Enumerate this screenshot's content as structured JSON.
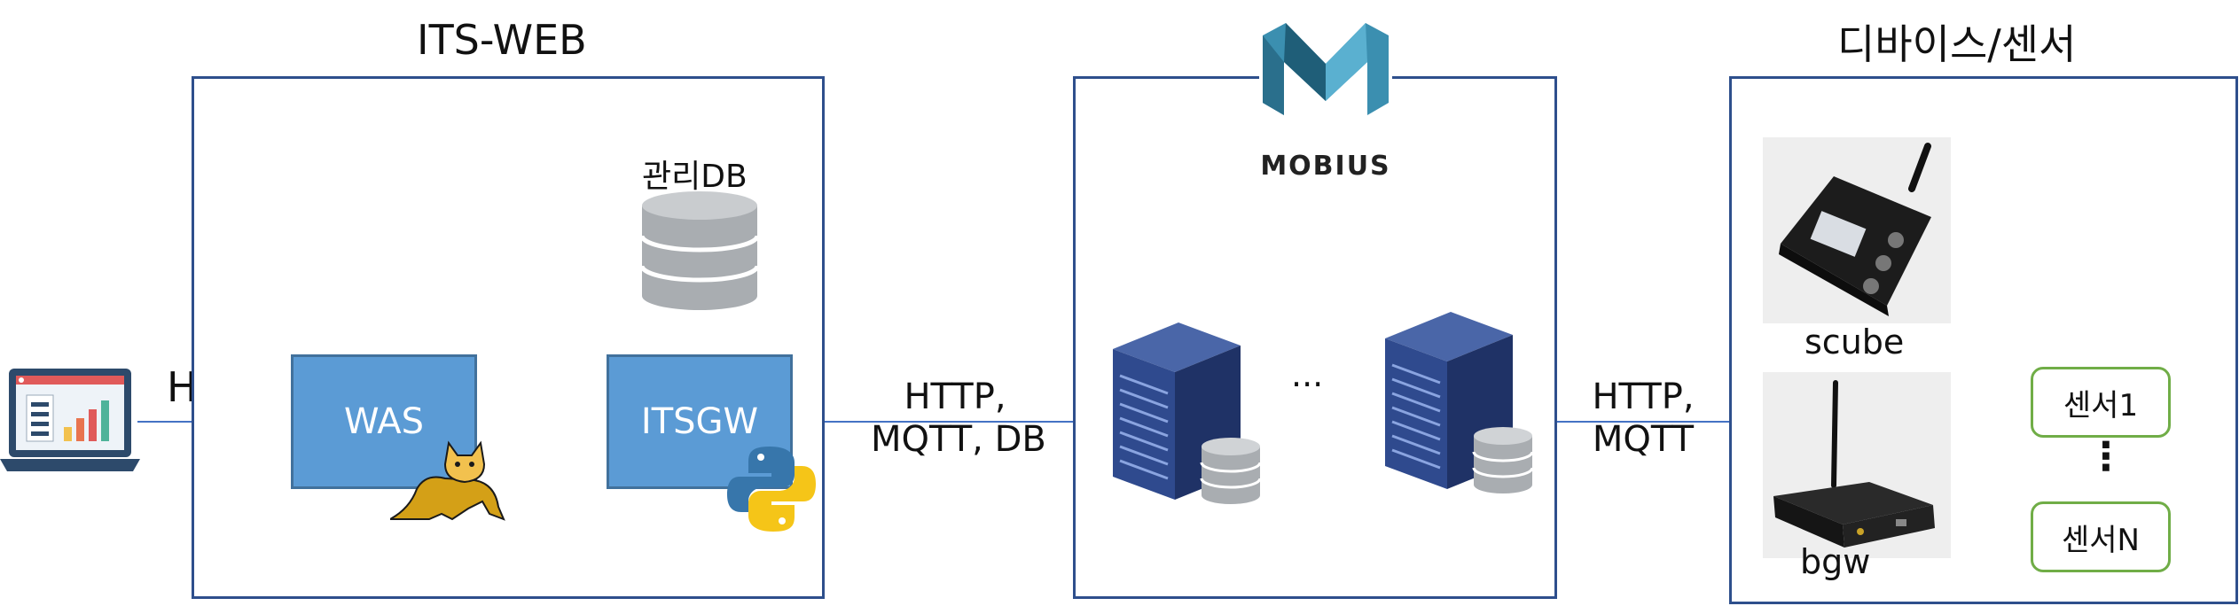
{
  "groups": {
    "its_web": "ITS-WEB",
    "devices": "디바이스/센서"
  },
  "mobius_logo_text": "MOBIUS",
  "left_link": {
    "label": "HTTP"
  },
  "its_web": {
    "was": "WAS",
    "itsgw": "ITSGW",
    "db_label": "관리DB"
  },
  "middle_link": {
    "line1": "HTTP,",
    "line2": "MQTT,  DB"
  },
  "mobius_panel": {
    "ellipsis": "···"
  },
  "right_link": {
    "line1": "HTTP,",
    "line2": "MQTT"
  },
  "devices": {
    "scube": "scube",
    "bgw": "bgw",
    "sensor_first": "센서1",
    "sensor_ellipsis": "⋮",
    "sensor_last": "센서N"
  }
}
